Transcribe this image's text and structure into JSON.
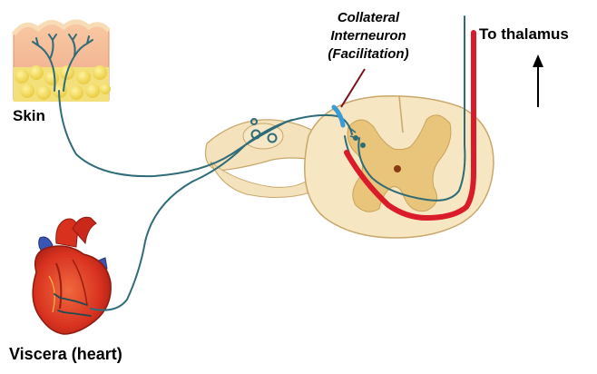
{
  "labels": {
    "skin": "Skin",
    "viscera": "Viscera (heart)",
    "to_thalamus": "To thalamus",
    "collateral_line1": "Collateral",
    "collateral_line2": "Interneuron",
    "collateral_line3": "(Facilitation)"
  },
  "colors": {
    "ascending_pathway": "#d91b2a",
    "nerve_fiber": "#2f6b78",
    "interneuron_highlight": "#3a9bd8",
    "callout_line": "#7a1420",
    "spinal_white_matter": "#f6e7c2",
    "spinal_gray_matter": "#e8c57a",
    "dorsal_root_ganglion": "#f3e2bb"
  },
  "icons": {
    "arrow": "up-arrow-icon"
  }
}
